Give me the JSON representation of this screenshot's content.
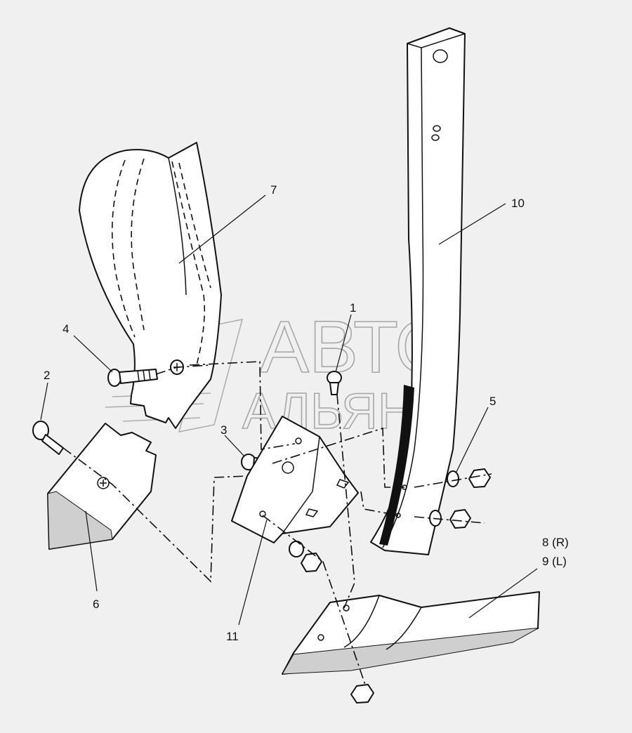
{
  "watermark": {
    "line1": "АВТО",
    "line2": "АЛЬЯНС"
  },
  "callouts": [
    {
      "id": "1",
      "text": "1"
    },
    {
      "id": "2",
      "text": "2"
    },
    {
      "id": "3",
      "text": "3"
    },
    {
      "id": "4",
      "text": "4"
    },
    {
      "id": "5",
      "text": "5"
    },
    {
      "id": "6",
      "text": "6"
    },
    {
      "id": "7",
      "text": "7"
    },
    {
      "id": "8",
      "text": "8 (R)"
    },
    {
      "id": "9",
      "text": "9 (L)"
    },
    {
      "id": "10",
      "text": "10"
    },
    {
      "id": "11",
      "text": "11"
    }
  ]
}
